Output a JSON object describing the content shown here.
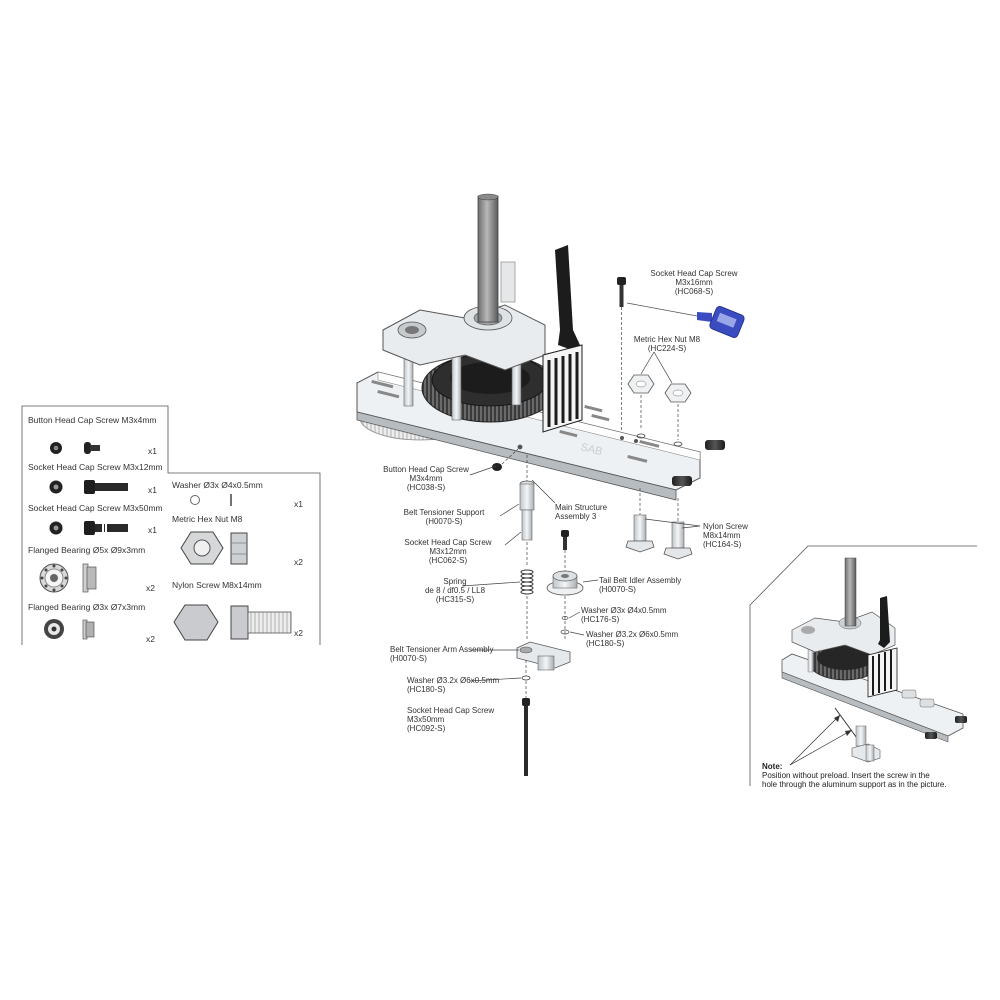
{
  "bom": {
    "items": [
      {
        "label": "Button Head Cap Screw M3x4mm",
        "qty": "x1"
      },
      {
        "label": "Socket Head Cap Screw M3x12mm",
        "qty": "x1"
      },
      {
        "label": "Socket Head Cap Screw M3x50mm",
        "qty": "x1"
      },
      {
        "label": "Flanged Bearing  Ø5x Ø9x3mm",
        "qty": "x2"
      },
      {
        "label": "Flanged Bearing  Ø3x Ø7x3mm",
        "qty": "x2"
      },
      {
        "label": "Washer Ø3x Ø4x0.5mm",
        "qty": "x1"
      },
      {
        "label": "Metric Hex Nut M8",
        "qty": "x2"
      },
      {
        "label": "Nylon Screw M8x14mm",
        "qty": "x2"
      }
    ]
  },
  "callouts": {
    "socket_m3x16": {
      "l1": "Socket Head Cap Screw",
      "l2": "M3x16mm",
      "l3": "(HC068-S)"
    },
    "hex_nut_m8": {
      "l1": "Metric Hex Nut M8",
      "l2": "(HC224-S)"
    },
    "button_m3x4": {
      "l1": "Button Head Cap Screw",
      "l2": "M3x4mm",
      "l3": "(HC038-S)"
    },
    "belt_tensioner_support": {
      "l1": "Belt Tensioner Support",
      "l2": "(H0070-S)"
    },
    "main_structure": {
      "l1": "Main Structure",
      "l2": "Assembly 3"
    },
    "nylon_screw": {
      "l1": "Nylon Screw",
      "l2": "M8x14mm",
      "l3": "(HC164-S)"
    },
    "socket_m3x12": {
      "l1": "Socket Head Cap Screw",
      "l2": "M3x12mm",
      "l3": "(HC062-S)"
    },
    "spring": {
      "l1": "Spring",
      "l2": "de 8 / df0.5 / LL8",
      "l3": "(HC315-S)"
    },
    "tail_idler": {
      "l1": "Tail Belt Idler Assembly",
      "l2": "(H0070-S)"
    },
    "washer_3x4": {
      "l1": "Washer Ø3x Ø4x0.5mm",
      "l2": "(HC176-S)"
    },
    "washer_32x6_right": {
      "l1": "Washer Ø3.2x Ø6x0.5mm",
      "l2": "(HC180-S)"
    },
    "belt_tensioner_arm": {
      "l1": "Belt Tensioner Arm Assembly",
      "l2": "(H0070-S)"
    },
    "washer_32x6_left": {
      "l1": "Washer Ø3.2x Ø6x0.5mm",
      "l2": "(HC180-S)"
    },
    "socket_m3x50": {
      "l1": "Socket Head Cap Screw",
      "l2": "M3x50mm",
      "l3": "(HC092-S)"
    }
  },
  "note": {
    "title": "Note:",
    "l1": "Position without preload. Insert the screw in the",
    "l2": "hole through  the aluminum support as in the picture."
  },
  "housing_mark": "SAB",
  "colors": {
    "line": "#333333",
    "part_light": "#e4e8ec",
    "part_dark": "#2b2b2b",
    "thread_lock": "#3b4cc0"
  }
}
